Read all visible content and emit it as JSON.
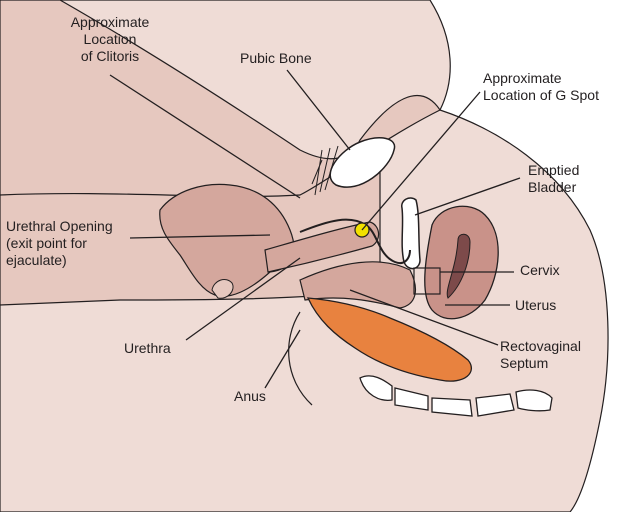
{
  "labels": {
    "clitoris": [
      "Approximate",
      "Location",
      "of Clitoris"
    ],
    "pubic_bone": "Pubic Bone",
    "g_spot": [
      "Approximate",
      "Location of G Spot"
    ],
    "bladder": [
      "Emptied",
      "Bladder"
    ],
    "urethral_opening": [
      "Urethral Opening",
      "(exit point for",
      "ejaculate)"
    ],
    "cervix": "Cervix",
    "uterus": "Uterus",
    "urethra": "Urethra",
    "rectovaginal": [
      "Rectovaginal",
      "Septum"
    ],
    "anus": "Anus"
  },
  "colors": {
    "skin": "#e6c8bf",
    "skin_light": "#efdcd6",
    "tissue": "#d4a79d",
    "uterus": "#c99289",
    "uterus_inner": "#7d4a4a",
    "bowel": "#e8823f",
    "g_spot": "#f2e100",
    "outline": "#231f20"
  }
}
